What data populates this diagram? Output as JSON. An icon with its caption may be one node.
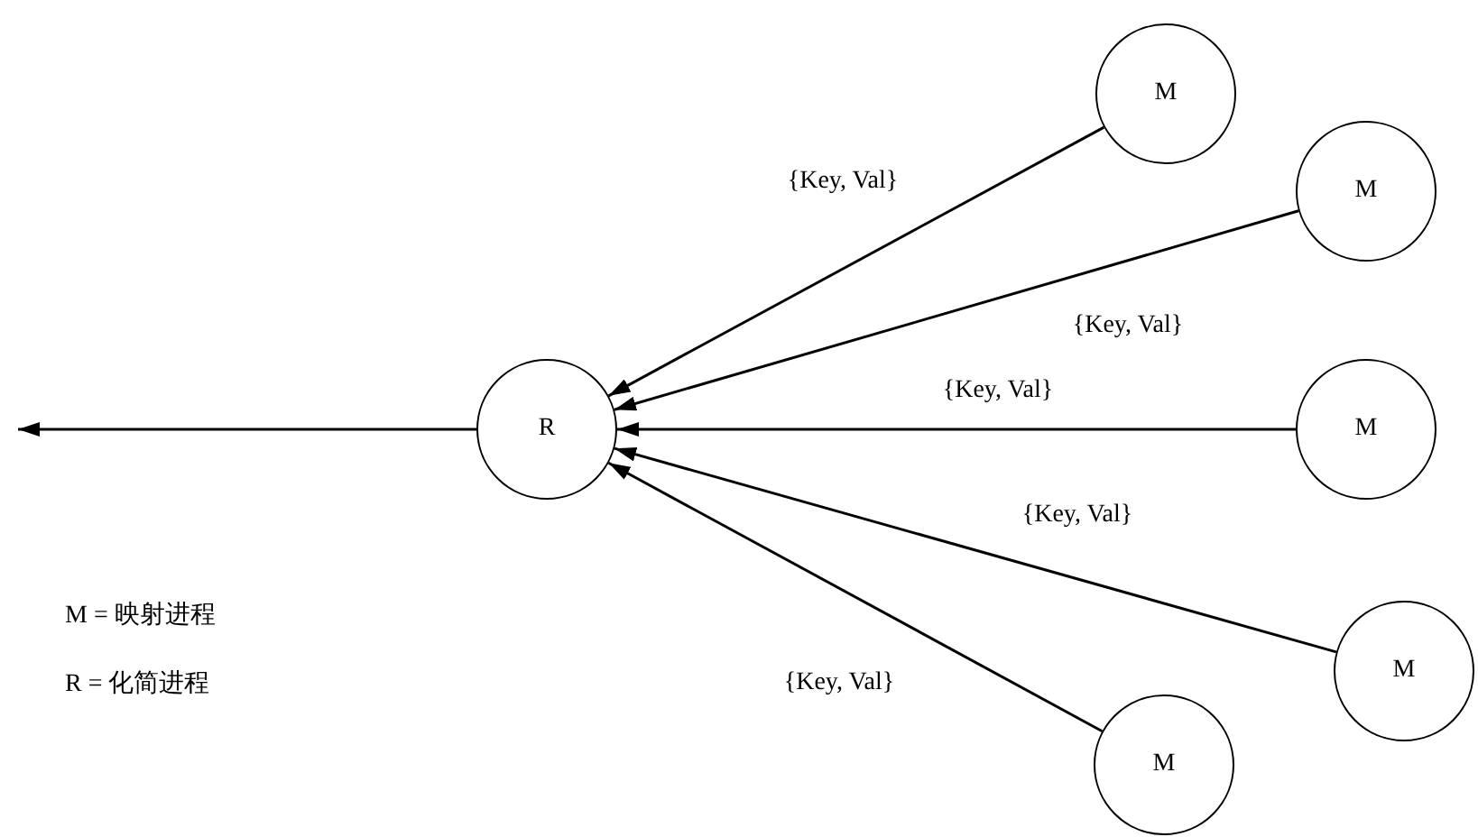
{
  "diagram": {
    "nodes": [
      {
        "text": [
          "M"
        ]
      },
      {
        "text": [
          "M"
        ]
      },
      {
        "text": [
          "R"
        ]
      },
      {
        "text": [
          "M"
        ]
      },
      {
        "text": [
          "M"
        ]
      },
      {
        "text": [
          "M"
        ]
      }
    ],
    "edges": [
      {
        "from": 0,
        "to": 2,
        "arrow": "to",
        "label": "{Key, Val}"
      },
      {
        "from": 1,
        "to": 2,
        "arrow": "to",
        "label": "{Key, Val}"
      },
      {
        "from": 3,
        "to": 2,
        "arrow": "to",
        "label": "{Key, Val}"
      },
      {
        "from": 4,
        "to": 2,
        "arrow": "to",
        "label": "{Key, Val}"
      },
      {
        "from": 5,
        "to": 2,
        "arrow": "to",
        "label": "{Key, Val}"
      },
      {
        "from": 2,
        "to": null,
        "arrow": "to"
      }
    ],
    "labels": [
      "M = 映射进程",
      "R = 化简进程"
    ]
  }
}
